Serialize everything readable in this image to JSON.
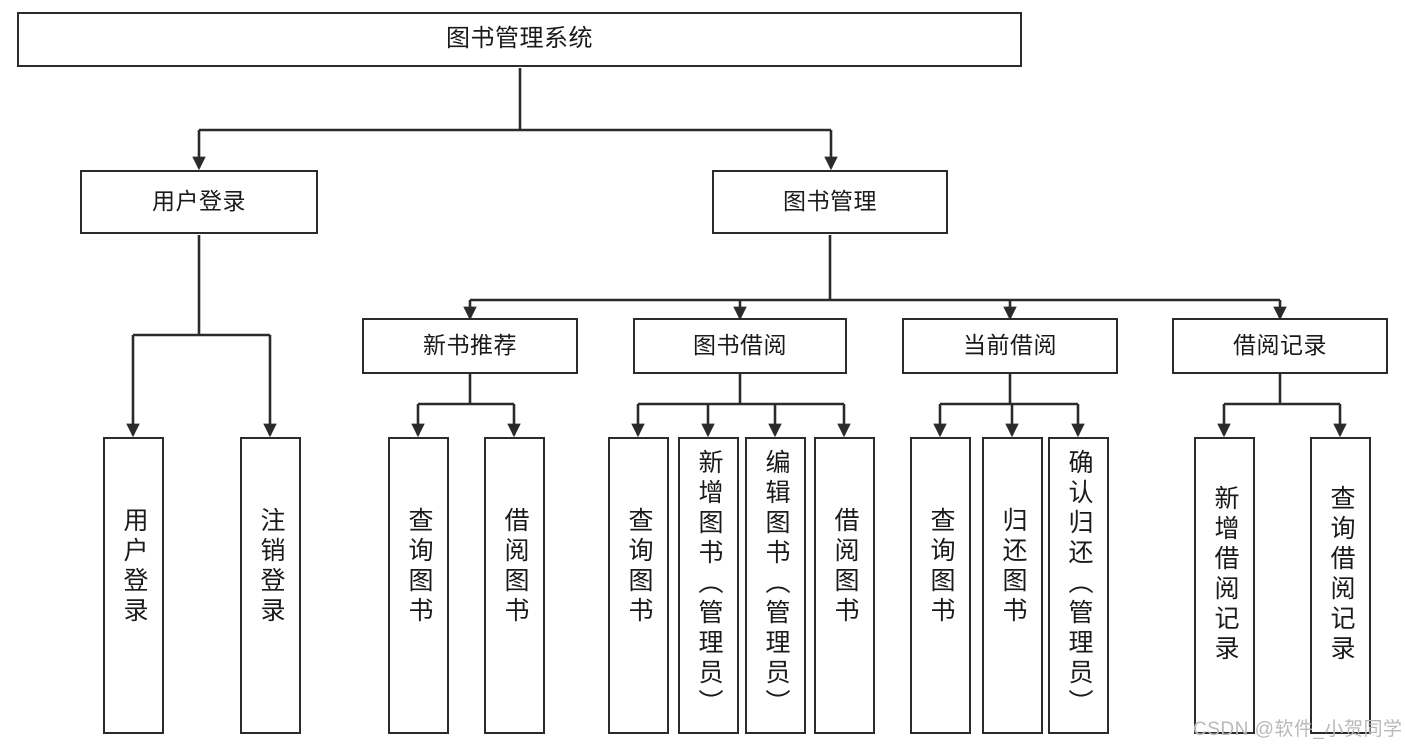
{
  "diagram": {
    "title": "图书管理系统",
    "type": "hierarchy-tree",
    "watermark": "CSDN @软件_小贺同学",
    "colors": {
      "node_border": "#2b2b2b",
      "node_fill": "#ffffff",
      "edge": "#2b2b2b",
      "text": "#1a1a1a",
      "watermark": "#b9b9b9",
      "background": "#ffffff"
    },
    "nodes": {
      "root": {
        "label": "图书管理系统"
      },
      "level2": [
        {
          "id": "user-login",
          "label": "用户登录"
        },
        {
          "id": "book-manage",
          "label": "图书管理"
        }
      ],
      "level3": [
        {
          "id": "new-book-recommend",
          "label": "新书推荐"
        },
        {
          "id": "book-borrow",
          "label": "图书借阅"
        },
        {
          "id": "current-borrow",
          "label": "当前借阅"
        },
        {
          "id": "borrow-record",
          "label": "借阅记录"
        }
      ],
      "leaves": [
        {
          "id": "leaf-user-login",
          "label": "用户登录",
          "parent": "user-login"
        },
        {
          "id": "leaf-logout",
          "label": "注销登录",
          "parent": "user-login"
        },
        {
          "id": "leaf-query-book-1",
          "label": "查询图书",
          "parent": "new-book-recommend"
        },
        {
          "id": "leaf-borrow-book-1",
          "label": "借阅图书",
          "parent": "new-book-recommend"
        },
        {
          "id": "leaf-query-book-2",
          "label": "查询图书",
          "parent": "book-borrow"
        },
        {
          "id": "leaf-add-book",
          "label": "新增图书（管理员）",
          "parent": "book-borrow"
        },
        {
          "id": "leaf-edit-book",
          "label": "编辑图书（管理员）",
          "parent": "book-borrow"
        },
        {
          "id": "leaf-borrow-book-2",
          "label": "借阅图书",
          "parent": "book-borrow"
        },
        {
          "id": "leaf-query-book-3",
          "label": "查询图书",
          "parent": "current-borrow"
        },
        {
          "id": "leaf-return-book",
          "label": "归还图书",
          "parent": "current-borrow"
        },
        {
          "id": "leaf-confirm-return",
          "label": "确认归还（管理员）",
          "parent": "current-borrow"
        },
        {
          "id": "leaf-add-record",
          "label": "新增借阅记录",
          "parent": "borrow-record"
        },
        {
          "id": "leaf-query-record",
          "label": "查询借阅记录",
          "parent": "borrow-record"
        }
      ]
    }
  }
}
